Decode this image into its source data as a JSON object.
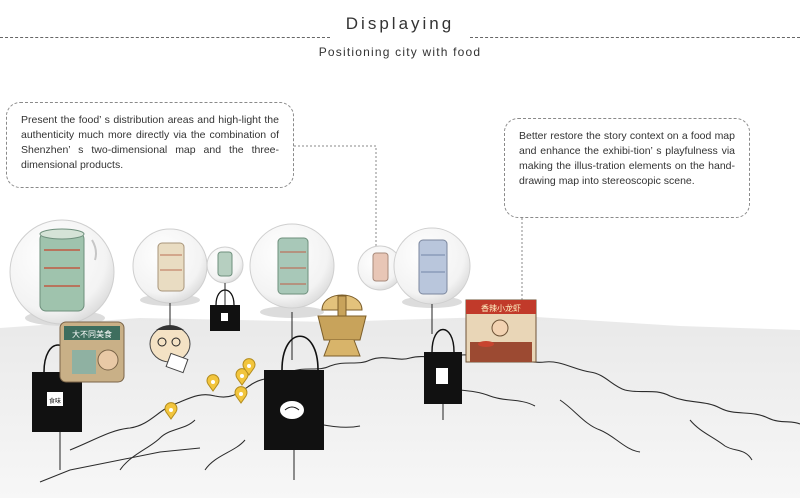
{
  "header": {
    "title": "Displaying",
    "subtitle": "Positioning city with food"
  },
  "notes": {
    "left": "Present the food’ s distribution areas and high-light the authenticity much more directly via the combination of Shenzhen’ s two-dimensional map and the three-dimensional products.",
    "right": "Better restore the story context on a food map and enhance the exhibi-tion’ s playfulness via making the illus-tration elements on the hand-drawing map into stereoscopic scene."
  },
  "illustration": {
    "bag_label": "食味",
    "stall_sign": "香辣小龙虾",
    "poster_sign": "大不同美食",
    "colors": {
      "pin": "#f2c53d",
      "bag": "#111111",
      "can_teal": "#9fc3ad",
      "can_cream": "#e9dcc2",
      "can_pink": "#e8c6b6",
      "can_blue": "#b9c6dc",
      "pot": "#c8a35b"
    }
  }
}
